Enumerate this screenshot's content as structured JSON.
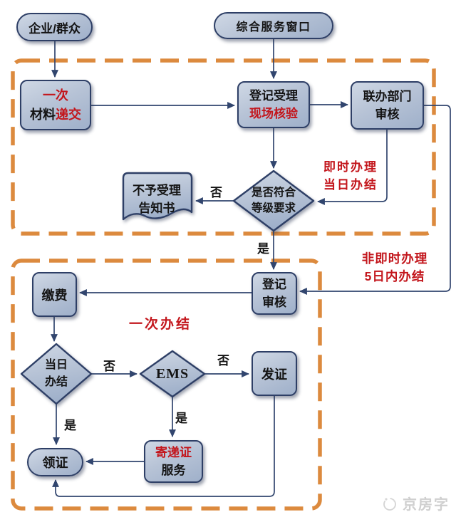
{
  "nodes": {
    "qiye": {
      "label": "企业/群众"
    },
    "zonghe": {
      "label": "综合服务窗口"
    },
    "yici": {
      "red1": "一次",
      "black": "材料",
      "red2": "递交"
    },
    "dengji_shouli": {
      "line1": "登记受理",
      "line2_red": "现场核验"
    },
    "lianban": {
      "line1": "联办部门",
      "line2": "审核"
    },
    "decision_grade": {
      "line1": "是否符合",
      "line2": "等级要求"
    },
    "reject_doc": {
      "line1": "不予受理",
      "line2": "告知书"
    },
    "dengji_shenhe": {
      "line1": "登记",
      "line2": "审核"
    },
    "jiaofei": {
      "label": "缴费"
    },
    "dangri": {
      "line1": "当日",
      "line2": "办结"
    },
    "ems": {
      "label": "EMS"
    },
    "fazheng": {
      "label": "发证"
    },
    "lingzheng": {
      "label": "领证"
    },
    "jidi": {
      "red": "寄递证",
      "black": "服务"
    }
  },
  "edge_labels": {
    "no_reject": "否",
    "yes_pass": "是",
    "no_sameday": "否",
    "no_ems": "否",
    "yes_ems": "是",
    "yes_sameday": "是"
  },
  "annotations": {
    "instant": {
      "line1": "即时办理",
      "line2": "当日办结"
    },
    "non_instant": {
      "line1": "非即时办理",
      "line2": "5日内办结"
    },
    "once_done": "一次办结"
  },
  "watermark": {
    "text": "京房字"
  },
  "palette": {
    "line": "#31456e",
    "node_border": "#2e3f66",
    "dash": "#dc8a3e",
    "red": "#c3161c",
    "ink": "#141414",
    "wm": "#cfcfcf"
  }
}
